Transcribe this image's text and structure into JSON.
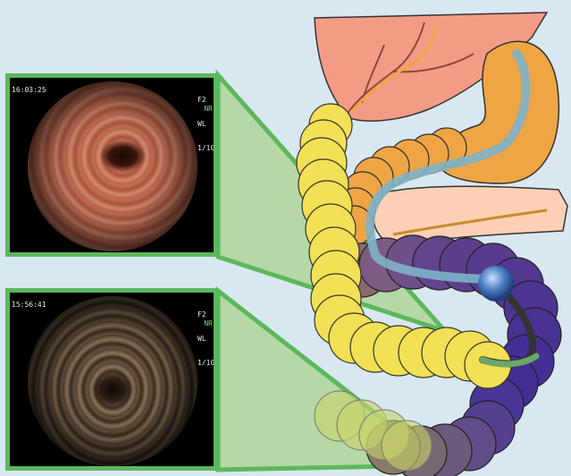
{
  "colors": {
    "background": "#d9e8f0",
    "frame_green": "#5cb85c",
    "liver": "#f49b86",
    "stomach": "#f0a544",
    "pancreas": "#fbd0b5",
    "small_intestine": "#f2e055",
    "colon": "#5c3f8c",
    "scope_path": "#7fb3c8",
    "scope_tip": "#4a7fc1"
  },
  "panels": {
    "top": {
      "time": "16:03:25",
      "right_lines": [
        "F2",
        "WL",
        "1/10"
      ],
      "mode": "NR"
    },
    "bottom": {
      "time": "15:56:41",
      "right_lines": [
        "F2",
        "WL",
        "1/10"
      ],
      "mode": "NR"
    }
  }
}
